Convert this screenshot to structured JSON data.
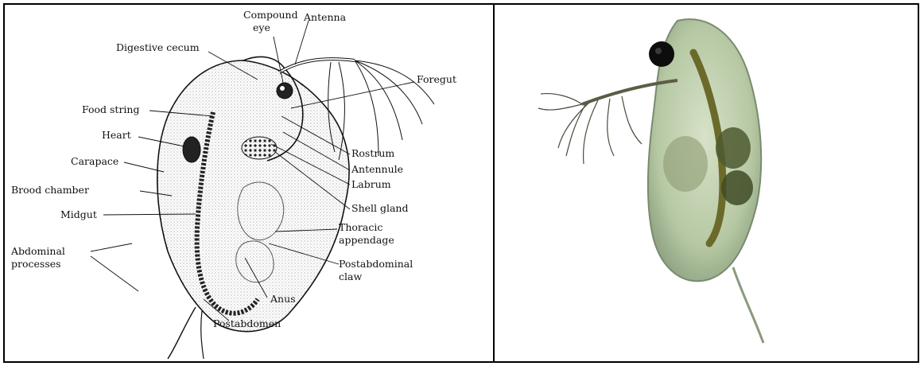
{
  "labels": {
    "compound_eye_1": "Compound",
    "compound_eye_2": "eye",
    "antenna": "Antenna",
    "digestive_cecum": "Digestive cecum",
    "foregut": "Foregut",
    "food_string": "Food string",
    "heart": "Heart",
    "carapace": "Carapace",
    "brood_chamber": "Brood chamber",
    "midgut": "Midgut",
    "abdominal_processes_1": "Abdominal",
    "abdominal_processes_2": "processes",
    "rostrum": "Rostrum",
    "antennule": "Antennule",
    "labrum": "Labrum",
    "shell_gland": "Shell gland",
    "thoracic_appendage_1": "Thoracic",
    "thoracic_appendage_2": "appendage",
    "postabdominal_claw_1": "Postabdominal",
    "postabdominal_claw_2": "claw",
    "anus": "Anus",
    "postabdomen": "Postabdomen"
  },
  "colors": {
    "ink": "#111111",
    "stipple": "#9a9a9a",
    "photo_body": "#b8c9a6",
    "photo_gut": "#6b6a2a",
    "photo_eye": "#0d0d0d"
  }
}
